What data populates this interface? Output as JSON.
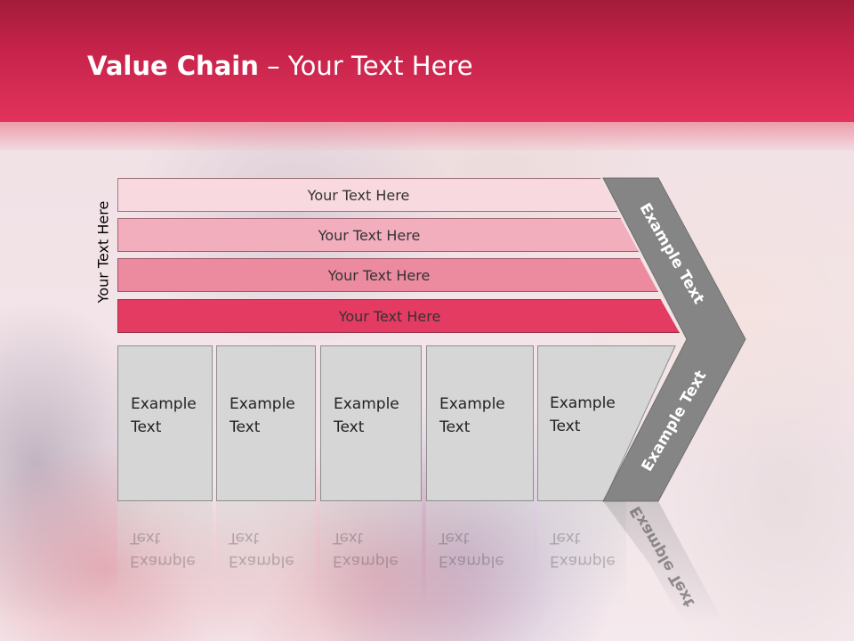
{
  "slide": {
    "title_bold": "Value Chain",
    "title_rest": " – Your Text Here",
    "side_label": "Your Text Here"
  },
  "rows": [
    {
      "label": "Your Text Here",
      "color": "#f9d9e0"
    },
    {
      "label": "Your Text Here",
      "color": "#f3aebe"
    },
    {
      "label": "Your Text Here",
      "color": "#ec8aa0"
    },
    {
      "label": "Your Text Here",
      "color": "#e43b62"
    }
  ],
  "boxes": [
    {
      "label": "Example\nText"
    },
    {
      "label": "Example\nText"
    },
    {
      "label": "Example\nText"
    },
    {
      "label": "Example\nText"
    },
    {
      "label": "Example\nText"
    }
  ],
  "chevron": {
    "top_label": "Example Text",
    "bottom_label": "Example Text",
    "color": "#858585"
  },
  "colors": {
    "header": "#c6234a",
    "box_fill": "#d6d6d6"
  }
}
